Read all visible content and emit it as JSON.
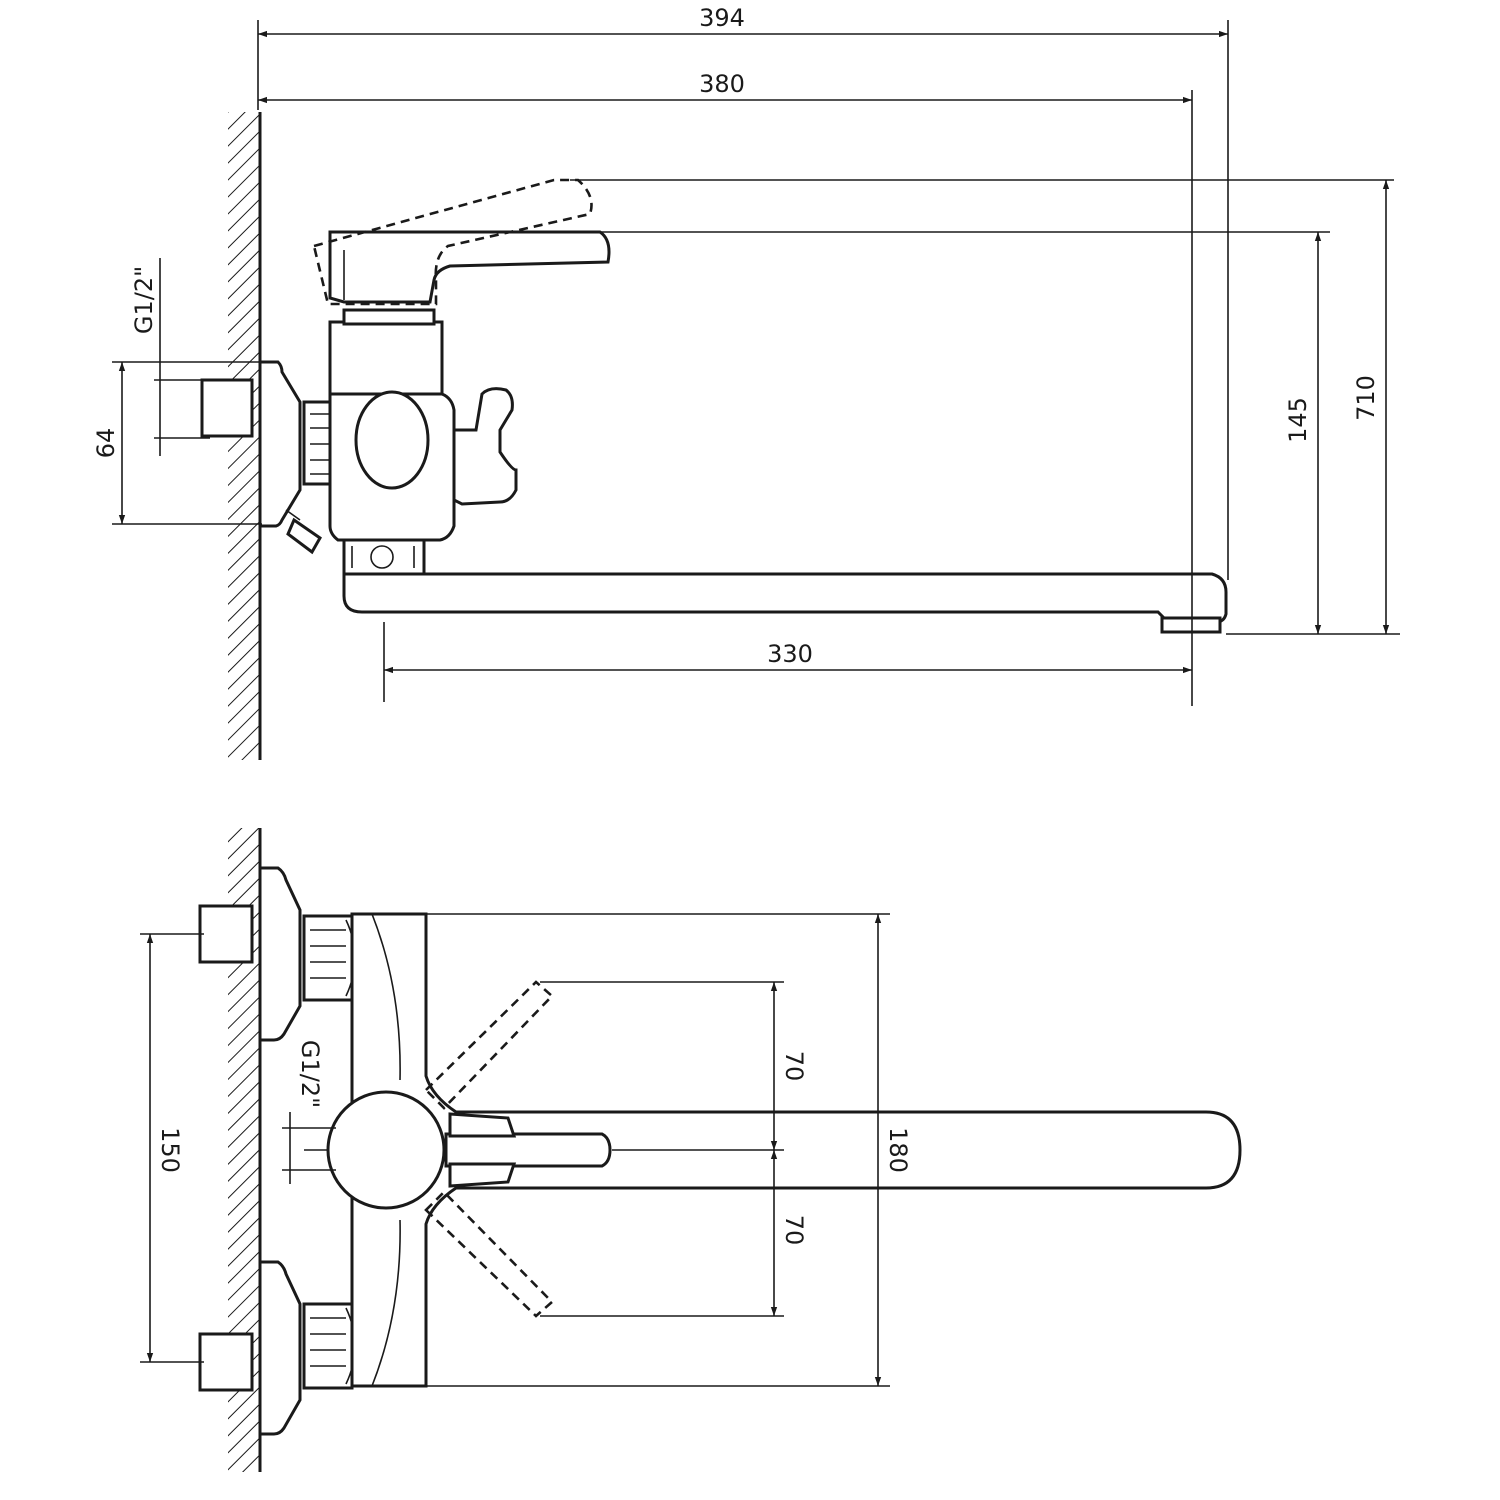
{
  "side_view": {
    "dims": {
      "total_length": "394",
      "spout_axis_length": "380",
      "spout_reach": "330",
      "inlet_height": "64",
      "thread": "G1/2\"",
      "handle_height": "145",
      "overall_height": "710"
    }
  },
  "top_view": {
    "dims": {
      "inlet_spacing": "150",
      "thread": "G1/2\"",
      "handle_swing_upper": "70",
      "handle_swing_lower": "70",
      "body_width": "180"
    }
  }
}
